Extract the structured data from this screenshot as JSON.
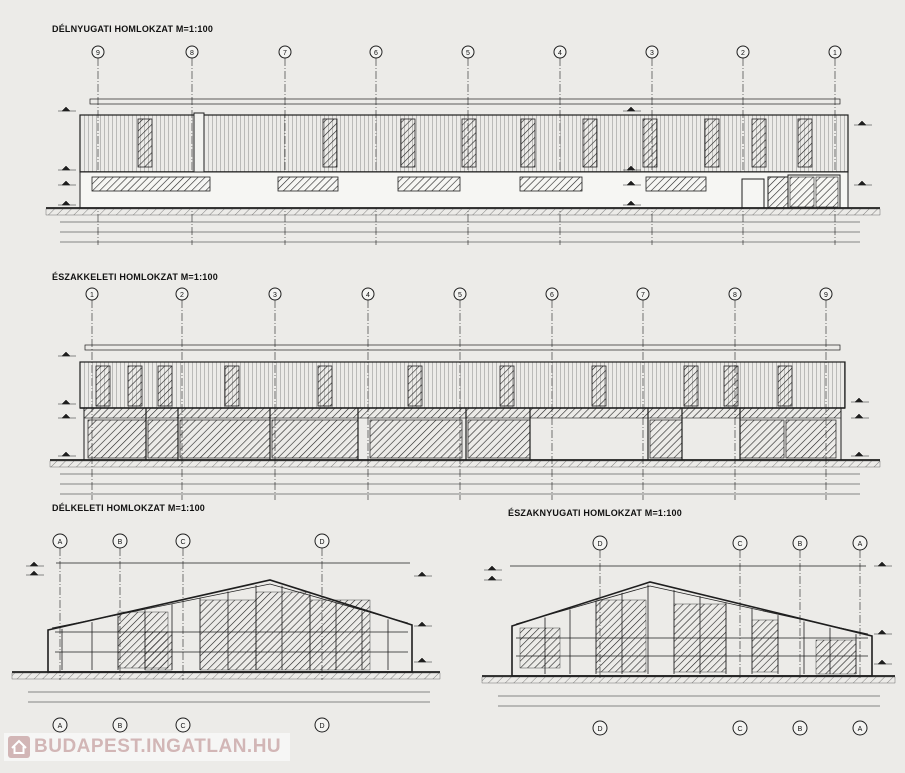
{
  "titles": {
    "sw": "DÉLNYUGATI HOMLOKZAT M=1:100",
    "ne": "ÉSZAKKELETI HOMLOKZAT M=1:100",
    "se": "DÉLKELETI HOMLOKZAT M=1:100",
    "nw": "ÉSZAKNYUGATI HOMLOKZAT M=1:100"
  },
  "axes": {
    "sw": [
      "9",
      "8",
      "7",
      "6",
      "5",
      "4",
      "3",
      "2",
      "1"
    ],
    "ne": [
      "1",
      "2",
      "3",
      "4",
      "5",
      "6",
      "7",
      "8",
      "9"
    ],
    "se_top": [
      "A",
      "B",
      "C",
      "D"
    ],
    "se_bottom": [
      "A",
      "B",
      "C",
      "D"
    ],
    "nw_top": [
      "D",
      "C",
      "B",
      "A"
    ],
    "nw_bottom": [
      "D",
      "C",
      "B",
      "A"
    ]
  },
  "watermark": {
    "text": "BUDAPEST.INGATLAN.HU",
    "icon": "house-icon",
    "color": "#d2b6b6"
  },
  "colors": {
    "ink": "#1e1e1e",
    "paper": "#ecebe8"
  }
}
